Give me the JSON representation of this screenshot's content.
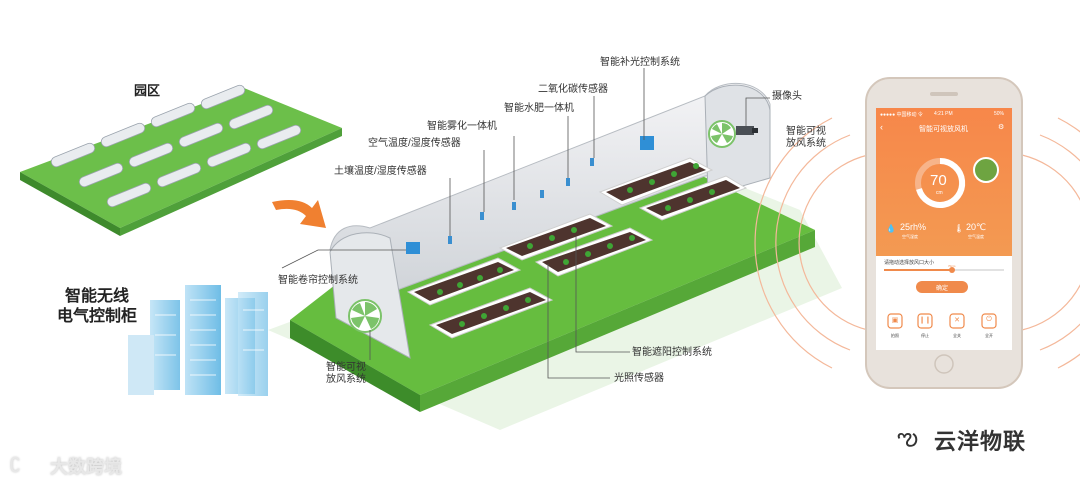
{
  "park": {
    "title": "园区"
  },
  "cabinet": {
    "line1": "智能无线",
    "line2": "电气控制柜"
  },
  "labels": {
    "fill_light": "智能补光控制系统",
    "co2": "二氧化碳传感器",
    "water_fert": "智能水肥一体机",
    "mist": "智能雾化一体机",
    "air_temp": "空气温度/湿度传感器",
    "soil_temp": "土壤温度/湿度传感器",
    "camera": "摄像头",
    "vent_right": "智能可视放风系统",
    "curtain": "智能卷帘控制系统",
    "vent_left": "智能可视放风系统",
    "shade": "智能遮阳控制系统",
    "light_sensor": "光照传感器"
  },
  "phone": {
    "carrier": "●●●●● 中国移动 令",
    "time": "4:21 PM",
    "battery": "50%",
    "app_title": "智能可视放风机",
    "gauge_value": "70",
    "gauge_unit": "cm",
    "humidity_value": "25rh%",
    "humidity_label": "空气湿度",
    "temp_value": "20℃",
    "temp_label": "空气温度",
    "slider_label": "请拖动选择放风口大小",
    "slider_value": "70cm",
    "confirm_button": "确定",
    "actions": [
      "拍照",
      "停止",
      "全关",
      "全开"
    ],
    "accent": "#f08a4b"
  },
  "watermark": "大数跨境",
  "brand": "云洋物联"
}
